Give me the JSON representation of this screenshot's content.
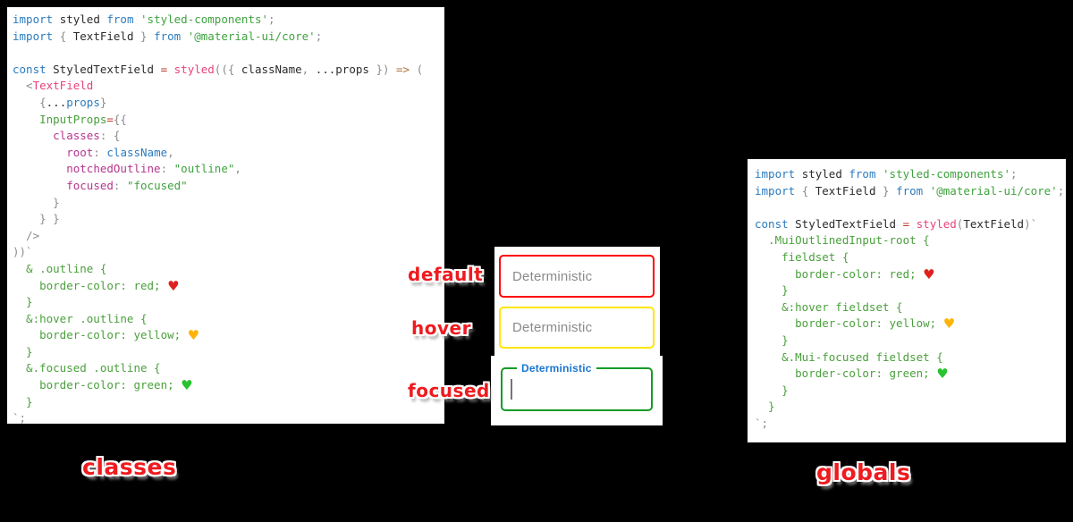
{
  "labels": {
    "classes": "classes",
    "globals": "globals",
    "state_default": "default",
    "state_hover": "hover",
    "state_focused": "focused"
  },
  "colors": {
    "background": "#000000",
    "panel": "#ffffff",
    "label_red": "#ee1b1f",
    "default_border": "#fe0000",
    "hover_border": "#ffe600",
    "focused_border": "#149b25",
    "mui_label_blue": "#1976d2",
    "placeholder_grey": "#8a8a8a",
    "syntax_keyword_blue": "#2b7bbf",
    "syntax_string_green": "#3fa23f",
    "syntax_property_magenta": "#b5368d",
    "syntax_function_pink": "#e8437a"
  },
  "demo": {
    "fields": [
      {
        "state": "default",
        "placeholder": "Deterministic",
        "border": "#fe0000"
      },
      {
        "state": "hover",
        "placeholder": "Deterministic",
        "border": "#ffe600"
      },
      {
        "state": "focused",
        "label": "Deterministic",
        "border": "#149b25"
      }
    ]
  },
  "code_left": {
    "lines": [
      [
        [
          "kw",
          "import "
        ],
        [
          "pl",
          "styled "
        ],
        [
          "kw",
          "from "
        ],
        [
          "str",
          "'styled-components'"
        ],
        [
          "pun",
          ";"
        ]
      ],
      [
        [
          "kw",
          "import "
        ],
        [
          "pun",
          "{ "
        ],
        [
          "pl",
          "TextField "
        ],
        [
          "pun",
          "} "
        ],
        [
          "kw",
          "from "
        ],
        [
          "str",
          "'@material-ui/core'"
        ],
        [
          "pun",
          ";"
        ]
      ],
      [],
      [
        [
          "kw",
          "const "
        ],
        [
          "pl",
          "StyledTextField "
        ],
        [
          "op",
          "= "
        ],
        [
          "fn",
          "styled"
        ],
        [
          "pun",
          "(({ "
        ],
        [
          "pl",
          "className"
        ],
        [
          "pun",
          ", "
        ],
        [
          "pl",
          "...props "
        ],
        [
          "pun",
          "}) "
        ],
        [
          "arrow",
          "=> "
        ],
        [
          "pun",
          "("
        ]
      ],
      [
        [
          "pun",
          "  <"
        ],
        [
          "fn",
          "TextField"
        ]
      ],
      [
        [
          "pun",
          "    {"
        ],
        [
          "pl",
          "..."
        ],
        [
          "kw",
          "props"
        ],
        [
          "pun",
          "}"
        ]
      ],
      [
        [
          "pl",
          "    "
        ],
        [
          "attr",
          "InputProps"
        ],
        [
          "op",
          "="
        ],
        [
          "pun",
          "{{"
        ]
      ],
      [
        [
          "pl",
          "      "
        ],
        [
          "prop",
          "classes"
        ],
        [
          "pun",
          ": {"
        ]
      ],
      [
        [
          "pl",
          "        "
        ],
        [
          "prop",
          "root"
        ],
        [
          "pun",
          ": "
        ],
        [
          "kw",
          "className"
        ],
        [
          "pun",
          ","
        ]
      ],
      [
        [
          "pl",
          "        "
        ],
        [
          "prop",
          "notchedOutline"
        ],
        [
          "pun",
          ": "
        ],
        [
          "str",
          "\"outline\""
        ],
        [
          "pun",
          ","
        ]
      ],
      [
        [
          "pl",
          "        "
        ],
        [
          "prop",
          "focused"
        ],
        [
          "pun",
          ": "
        ],
        [
          "str",
          "\"focused\""
        ]
      ],
      [
        [
          "pun",
          "      }"
        ]
      ],
      [
        [
          "pun",
          "    } }"
        ]
      ],
      [
        [
          "pun",
          "  />"
        ]
      ],
      [
        [
          "pun",
          "))`"
        ]
      ],
      [
        [
          "css",
          "  & .outline {"
        ]
      ],
      [
        [
          "css",
          "    border-color: red; "
        ],
        [
          "hr",
          "♥"
        ]
      ],
      [
        [
          "css",
          "  }"
        ]
      ],
      [
        [
          "css",
          "  &:hover .outline {"
        ]
      ],
      [
        [
          "css",
          "    border-color: yellow; "
        ],
        [
          "hy",
          "♥"
        ]
      ],
      [
        [
          "css",
          "  }"
        ]
      ],
      [
        [
          "css",
          "  &.focused .outline {"
        ]
      ],
      [
        [
          "css",
          "    border-color: green; "
        ],
        [
          "hg",
          "♥"
        ]
      ],
      [
        [
          "css",
          "  }"
        ]
      ],
      [
        [
          "pun",
          "`;"
        ]
      ]
    ]
  },
  "code_right": {
    "lines": [
      [
        [
          "kw",
          "import "
        ],
        [
          "pl",
          "styled "
        ],
        [
          "kw",
          "from "
        ],
        [
          "str",
          "'styled-components'"
        ],
        [
          "pun",
          ";"
        ]
      ],
      [
        [
          "kw",
          "import "
        ],
        [
          "pun",
          "{ "
        ],
        [
          "pl",
          "TextField "
        ],
        [
          "pun",
          "} "
        ],
        [
          "kw",
          "from "
        ],
        [
          "str",
          "'@material-ui/core'"
        ],
        [
          "pun",
          ";"
        ]
      ],
      [],
      [
        [
          "kw",
          "const "
        ],
        [
          "pl",
          "StyledTextField "
        ],
        [
          "op",
          "= "
        ],
        [
          "fn",
          "styled"
        ],
        [
          "pun",
          "("
        ],
        [
          "pl",
          "TextField"
        ],
        [
          "pun",
          ")`"
        ]
      ],
      [
        [
          "css",
          "  .MuiOutlinedInput-root {"
        ]
      ],
      [
        [
          "css",
          "    fieldset {"
        ]
      ],
      [
        [
          "css",
          "      border-color: red; "
        ],
        [
          "hr",
          "♥"
        ]
      ],
      [
        [
          "css",
          "    }"
        ]
      ],
      [
        [
          "css",
          "    &:hover fieldset {"
        ]
      ],
      [
        [
          "css",
          "      border-color: yellow; "
        ],
        [
          "hy",
          "♥"
        ]
      ],
      [
        [
          "css",
          "    }"
        ]
      ],
      [
        [
          "css",
          "    &.Mui-focused fieldset {"
        ]
      ],
      [
        [
          "css",
          "      border-color: green; "
        ],
        [
          "hg",
          "♥"
        ]
      ],
      [
        [
          "css",
          "    }"
        ]
      ],
      [
        [
          "css",
          "  }"
        ]
      ],
      [
        [
          "pun",
          "`;"
        ]
      ]
    ]
  }
}
